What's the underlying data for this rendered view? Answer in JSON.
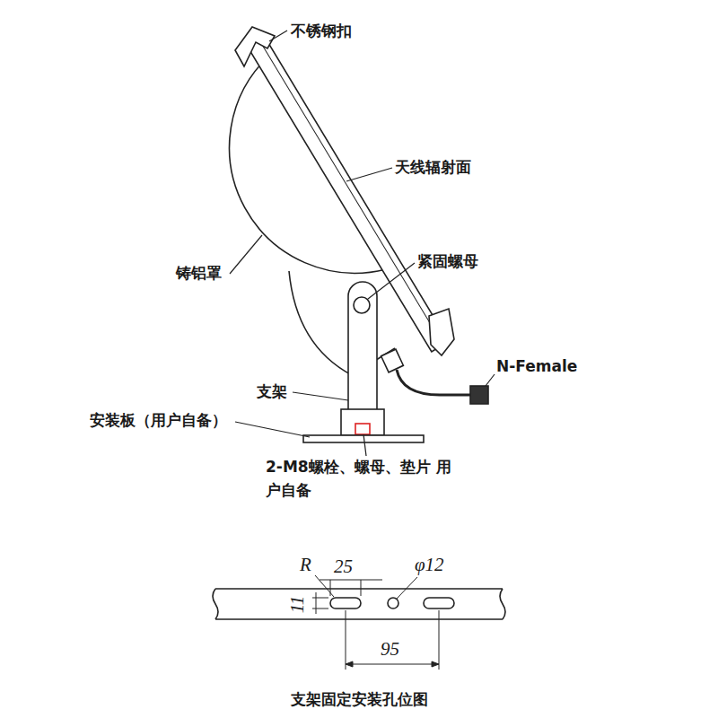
{
  "diagram": {
    "caption": "支架固定安装孔位图",
    "labels": [
      "不锈钢扣",
      "天线辐射面",
      "紧固螺母",
      "铸铝罩",
      "N-Female",
      "支架",
      "安装板（用户自备）",
      "2-M8螺栓、螺母、垫片 用户自备",
      "R",
      "25",
      "φ12",
      "11",
      "95"
    ]
  }
}
